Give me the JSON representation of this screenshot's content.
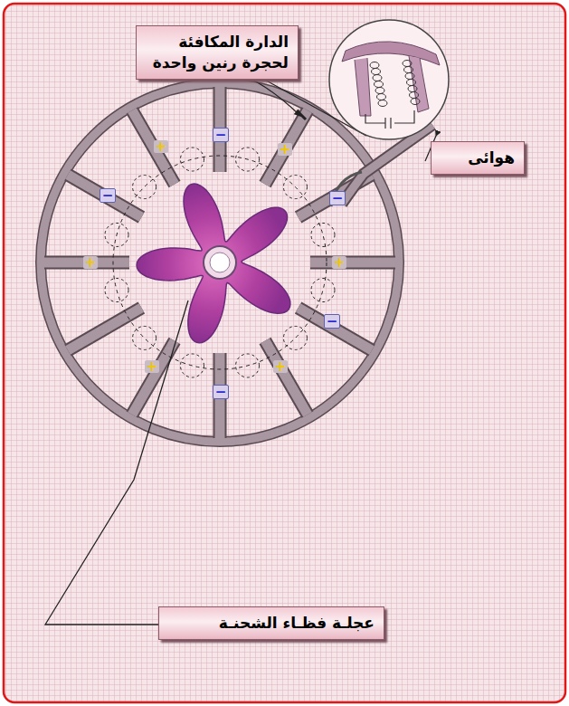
{
  "diagram": {
    "nodes": [
      {
        "text": [
          "الدارة المكافئة لحجرة رنين واحدة"
        ]
      },
      {
        "text": [
          "هوائى"
        ]
      },
      {
        "text": [
          "عجلـة فظـاء الشحنـة"
        ]
      }
    ],
    "labels": [
      "−",
      "+",
      "−",
      "+",
      "−",
      "+",
      "−",
      "+",
      "+",
      "−",
      "+"
    ]
  }
}
